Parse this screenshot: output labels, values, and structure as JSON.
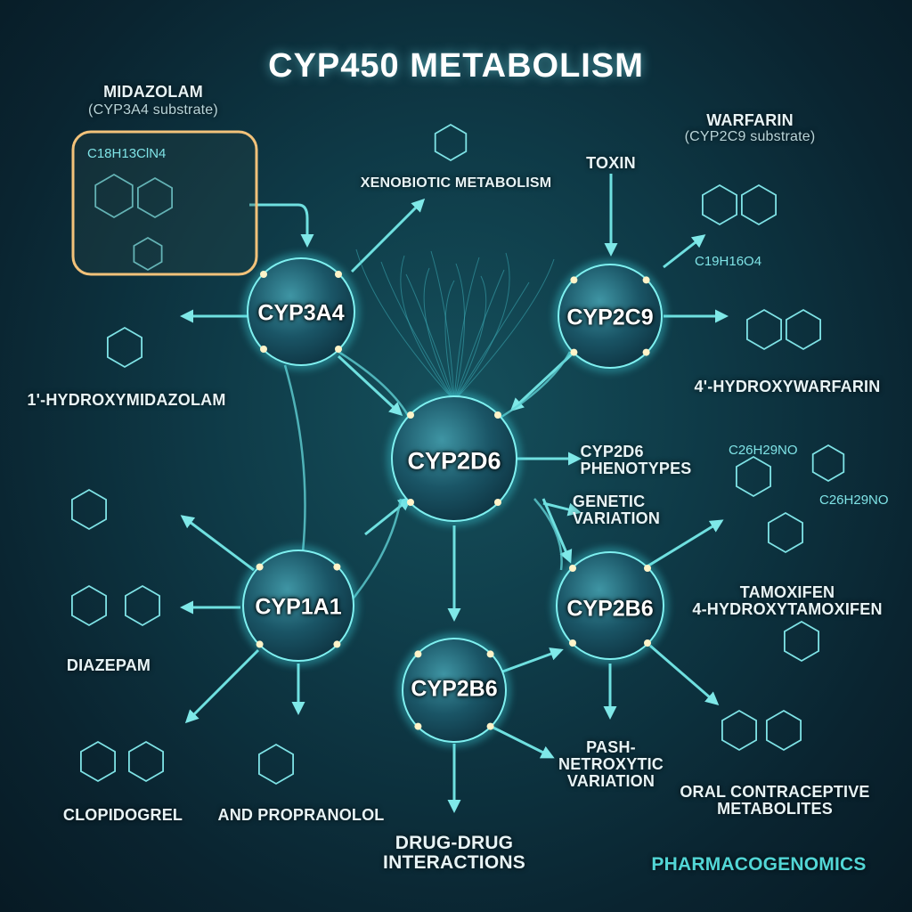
{
  "title": "CYP450 METABOLISM",
  "enzymes": {
    "cyp3a4": "CYP3A4",
    "cyp2c9": "CYP2C9",
    "cyp2d6": "CYP2D6",
    "cyp1a1": "CYP1A1",
    "cyp2b6_right": "CYP2B6",
    "cyp2b6_bottom": "CYP2B6"
  },
  "labels": {
    "midazolam": "MIDAZOLAM",
    "midazolam_sub": "(CYP3A4 substrate)",
    "midazolam_formula": "C18H13ClN4",
    "xenobiotic": "XENOBIOTIC METABOLISM",
    "toxin": "TOXIN",
    "warfarin": "WARFARIN",
    "warfarin_sub": "(CYP2C9 substrate)",
    "warfarin_formula": "C19H16O4",
    "hydroxymidazolam": "1'-HYDROXYMIDAZOLAM",
    "hydroxywarfarin": "4'-HYDROXYWARFARIN",
    "phenotypes_1": "CYP2D6",
    "phenotypes_2": "PHENOTYPES",
    "genetic_1": "GENETIC",
    "genetic_2": "VARIATION",
    "tamoxifen_formula": "C26H29NO",
    "tamoxifen_1": "TAMOXIFEN",
    "tamoxifen_2": "4-HYDROXYTAMOXIFEN",
    "diazepam": "DIAZEPAM",
    "clopidogrel": "CLOPIDOGREL",
    "propranolol": "AND PROPRANOLOL",
    "pash_1": "PASH-",
    "pash_2": "NETROXYTIC",
    "pash_3": "VARIATION",
    "oral_1": "ORAL CONTRACEPTIVE",
    "oral_2": "METABOLITES",
    "ddi_1": "DRUG-DRUG",
    "ddi_2": "INTERACTIONS",
    "pharmacogenomics": "PHARMACOGENOMICS"
  },
  "colors": {
    "accent": "#52d6d6",
    "highlight": "#f2c27a",
    "background": "#0b2a36"
  }
}
